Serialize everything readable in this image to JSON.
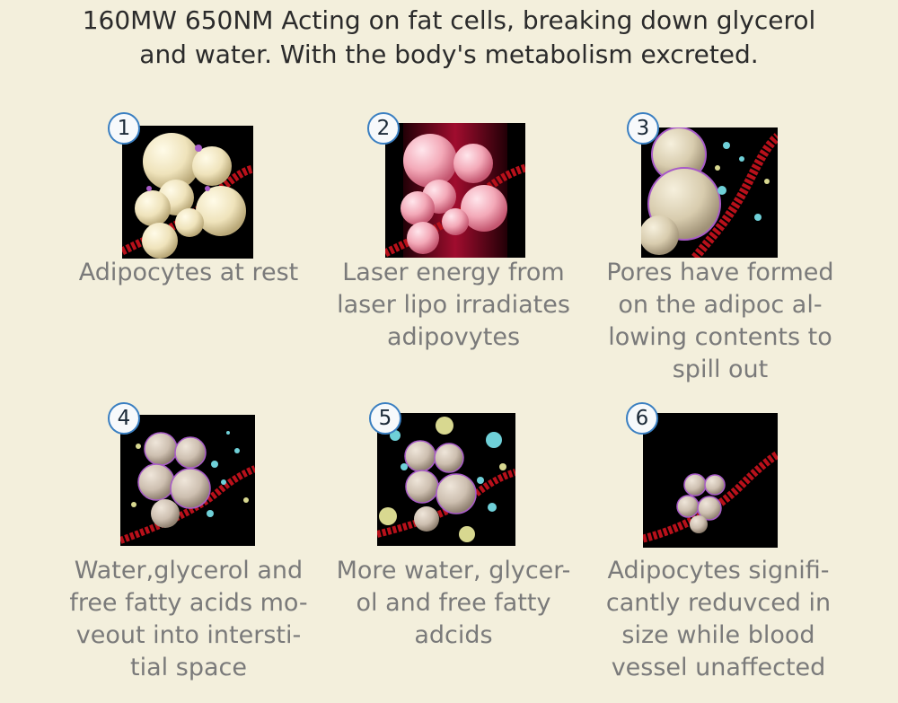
{
  "header": {
    "line1": "160MW 650NM  Acting on fat cells, breaking down glycerol",
    "line2": "and water. With the body's metabolism excreted."
  },
  "steps": [
    {
      "number": "1",
      "caption": [
        "Adipocytes at rest"
      ]
    },
    {
      "number": "2",
      "caption": [
        "Laser energy from",
        "laser lipo irradiates",
        "adipovytes"
      ]
    },
    {
      "number": "3",
      "caption": [
        "Pores have formed",
        "on the adipoc al-",
        "lowing contents to",
        "spill out"
      ]
    },
    {
      "number": "4",
      "caption": [
        "Water,glycerol and",
        "free fatty acids mo-",
        "veout into intersti-",
        "tial space"
      ]
    },
    {
      "number": "5",
      "caption": [
        "More water, glycer-",
        "ol and free fatty",
        "adcids"
      ]
    },
    {
      "number": "6",
      "caption": [
        "Adipocytes  signifi-",
        "cantly  reduvced  in",
        "size  while blood",
        "vessel unaffected"
      ]
    }
  ],
  "colors": {
    "background": "#f3efdc",
    "badge_border": "#3a7fc1",
    "caption_text": "#7a7a7a",
    "vessel": "#c0101c"
  }
}
